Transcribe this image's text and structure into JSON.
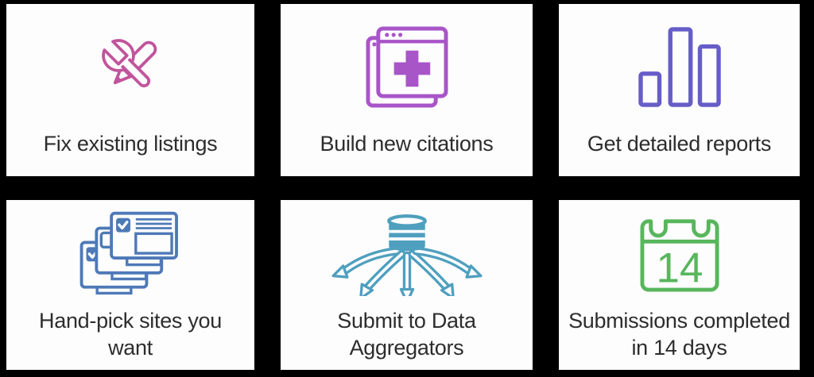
{
  "page": {
    "background_color": "#000000",
    "card_background": "#fdfdfd",
    "text_color": "#2d2d2d"
  },
  "calendar_day": "14",
  "cards": [
    {
      "id": "fix-existing-listings",
      "icon": "wrench-pencil-icon",
      "color": "#c1549c",
      "lines": [
        "Fix existing listings"
      ]
    },
    {
      "id": "build-new-citations",
      "icon": "browser-plus-icon",
      "color": "#a855c8",
      "lines": [
        "Build new citations"
      ]
    },
    {
      "id": "get-detailed-reports",
      "icon": "bar-chart-icon",
      "color": "#675dc8",
      "lines": [
        "Get detailed reports"
      ]
    },
    {
      "id": "hand-pick-sites",
      "icon": "checked-cards-icon",
      "color": "#4e79b8",
      "lines": [
        "Hand-pick sites you",
        "want"
      ]
    },
    {
      "id": "submit-data-aggregators",
      "icon": "database-distribution-icon",
      "color": "#4f9fbe",
      "lines": [
        "Submit to Data",
        "Aggregators"
      ]
    },
    {
      "id": "submissions-14-days",
      "icon": "calendar-14-icon",
      "color": "#58b65c",
      "lines": [
        "Submissions completed",
        "in 14 days"
      ]
    }
  ]
}
